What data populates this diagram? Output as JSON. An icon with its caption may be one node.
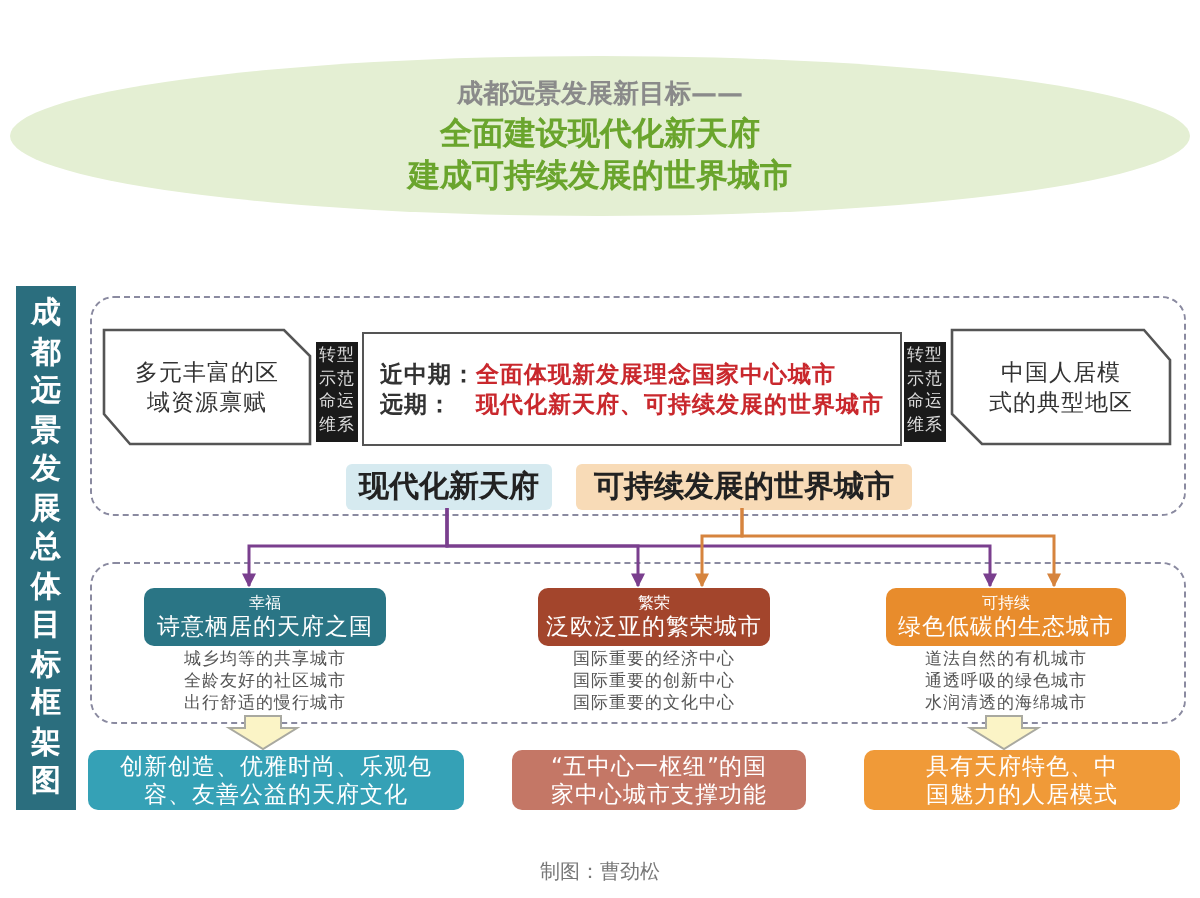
{
  "diagram": {
    "nodes": [
      {
        "text": [
          "成都远景发展新目标——",
          "全面建设现代化新天府",
          "建成可持续发展的世界城市"
        ]
      },
      {
        "text": [
          "成都远景发展总体目标框架图"
        ]
      },
      {
        "text": [],
        "shape": "box"
      },
      {
        "text": [
          "多元丰富的区域资源禀赋"
        ],
        "in": 2
      },
      {
        "text": [
          "转型示范命运维系"
        ],
        "in": 2
      },
      {
        "text": [
          "近中期：",
          "全面体现新发展理念国家中心城市",
          "远期：",
          "现代化新天府、可持续发展的世界城市"
        ],
        "in": 2
      },
      {
        "text": [
          "转型示范命运维系"
        ],
        "in": 2
      },
      {
        "text": [
          "中国人居模式的典型地区"
        ],
        "in": 2
      },
      {
        "text": [
          "现代化新天府"
        ],
        "in": 2
      },
      {
        "text": [
          "可持续发展的世界城市"
        ],
        "in": 2
      },
      {
        "text": [],
        "shape": "box"
      },
      {
        "text": [
          "幸福",
          "诗意栖居的天府之国"
        ],
        "beside": [
          "城乡均等的共享城市",
          "全龄友好的社区城市",
          "出行舒适的慢行城市"
        ],
        "in": 10
      },
      {
        "text": [
          "繁荣",
          "泛欧泛亚的繁荣城市"
        ],
        "beside": [
          "国际重要的经济中心",
          "国际重要的创新中心",
          "国际重要的文化中心"
        ],
        "in": 10
      },
      {
        "text": [
          "可持续",
          "绿色低碳的生态城市"
        ],
        "beside": [
          "道法自然的有机城市",
          "通透呼吸的绿色城市",
          "水润清透的海绵城市"
        ],
        "in": 10
      },
      {
        "text": [
          "创新创造、优雅时尚、乐观包容、友善公益的天府文化"
        ]
      },
      {
        "text": [
          "“五中心一枢纽”的国家中心城市支撑功能"
        ]
      },
      {
        "text": [
          "具有天府特色、中国魅力的人居模式"
        ]
      }
    ],
    "edges": [
      {
        "from": 8,
        "to": 11,
        "arrow": "to"
      },
      {
        "from": 8,
        "to": 12,
        "arrow": "to"
      },
      {
        "from": 8,
        "to": 13,
        "arrow": "to"
      },
      {
        "from": 9,
        "to": 12,
        "arrow": "to",
        "color": "#d6843e"
      },
      {
        "from": 9,
        "to": 13,
        "arrow": "to",
        "color": "#d6843e"
      },
      {
        "from": 11,
        "to": 14,
        "arrow": "to",
        "style": "thick",
        "color": "#fbf4c6"
      },
      {
        "from": 13,
        "to": 16,
        "arrow": "to",
        "style": "thick",
        "color": "#fbf4c6"
      }
    ],
    "caption": "制图：曹劲松"
  }
}
